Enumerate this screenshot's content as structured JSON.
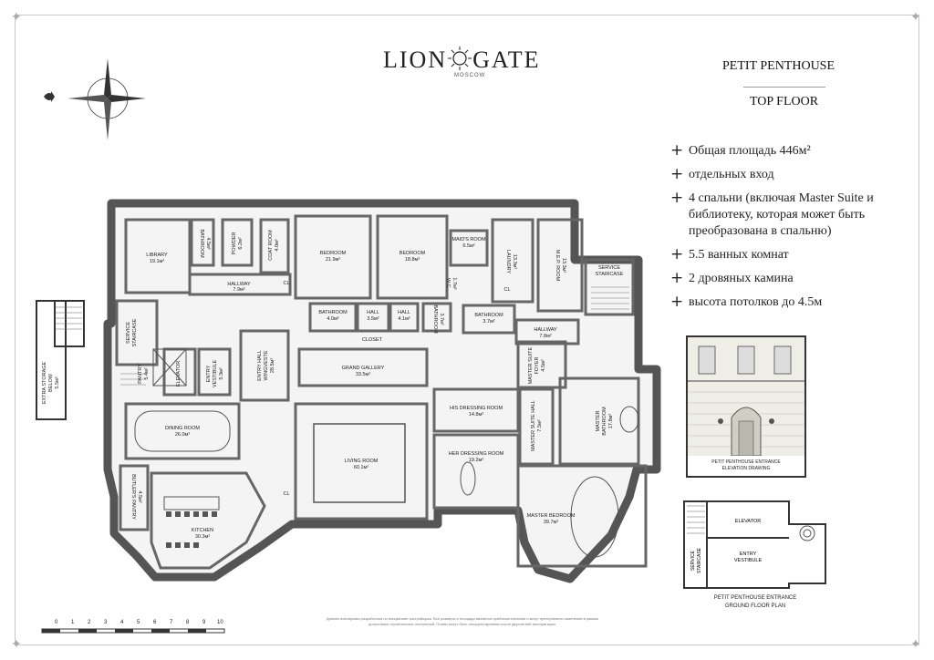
{
  "brand": {
    "name_left": "LION",
    "name_right": "GATE",
    "subtitle": "MOSCOW"
  },
  "header": {
    "title": "PETIT PENTHOUSE",
    "subtitle": "TOP FLOOR"
  },
  "features": [
    "Общая площадь 446м²",
    "отдельных вход",
    "4 спальни  (включая Master Suite и библиотеку, которая может быть преобразована в спальню)",
    "5.5 ванных комнат",
    "2 дровяных камина",
    "высота потолков до 4.5м"
  ],
  "rooms": {
    "library": [
      "LIBRARY",
      "19.1м²"
    ],
    "bathroom1": [
      "BATHROOM",
      "4.5м²"
    ],
    "powder": [
      "POWDER",
      "6.2м²"
    ],
    "coat_room": [
      "COAT ROOM",
      "4.0м²"
    ],
    "bedroom1": [
      "BEDROOM",
      "21.9м²"
    ],
    "bedroom2": [
      "BEDROOM",
      "18.8м²"
    ],
    "maids_room": [
      "MAID'S ROOM",
      "6.5м²"
    ],
    "laundry": [
      "LAUNDRY",
      "13.3м²"
    ],
    "mep_room": [
      "M.E.P. ROOM",
      "13.3м²"
    ],
    "service_staircase_right": [
      "SERVICE",
      "STAIRCASE"
    ],
    "hallway1": [
      "HALLWAY",
      "7.9м²"
    ],
    "wc": [
      "W.C.",
      "1.7м²"
    ],
    "bathroom2": [
      "BATHROOM",
      "4.0м²"
    ],
    "hall1": [
      "HALL",
      "3.5м²"
    ],
    "hall2": [
      "HALL",
      "4.1м²"
    ],
    "bathroom3": [
      "BATHROOM",
      "3.7м²"
    ],
    "bathroom4": [
      "BATHROOM",
      "3.7м²"
    ],
    "closet": "CLOSET",
    "hallway2": [
      "HALLWAY",
      "7.8м²"
    ],
    "service_staircase_left": [
      "SERVICE",
      "STAIRCASE"
    ],
    "pantry": [
      "PANTRY",
      "5.4м²"
    ],
    "elevator": "ELEVATOR",
    "entry_vestibule": [
      "ENTRY",
      "VESTIBULE",
      "5.3м²"
    ],
    "entry_hall": [
      "ENTRY HALL",
      "WINGVESTE",
      "28.5м²"
    ],
    "grand_gallery": [
      "GRAND GALLERY",
      "33.5м²"
    ],
    "master_suite_foyer": [
      "MASTER SUITE",
      "FOYER",
      "4.5м²"
    ],
    "his_dressing": [
      "HIS DRESSING ROOM",
      "14.8м²"
    ],
    "master_suite_hall": [
      "MASTER SUITE HALL",
      "7.5м²"
    ],
    "master_bathroom": [
      "MASTER",
      "BATHROOM",
      "17.8м²"
    ],
    "dining_room": [
      "DINING ROOM",
      "26.0м²"
    ],
    "living_room": [
      "LIVING ROOM",
      "60.1м²"
    ],
    "her_dressing": [
      "HER DRESSING ROOM",
      "19.2м²"
    ],
    "butlers_pantry": [
      "BUTLER'S PANTRY",
      "4.5м²"
    ],
    "kitchen": [
      "KITCHEN",
      "30.3м²"
    ],
    "master_bedroom": [
      "MASTER BEDROOM",
      "39.7м²"
    ],
    "extra_storage": [
      "EXTRA STORAGE",
      "BELOW",
      "5.5м²"
    ],
    "cl": "CL"
  },
  "photo_caption": [
    "PETIT PENTHOUSE ENTRANCE",
    "ELEVATION DRAWING"
  ],
  "ground_floor": {
    "elevator": "ELEVATOR",
    "entry_vestibule": [
      "ENTRY",
      "VESTIBULE"
    ],
    "service_staircase": [
      "SERVICE",
      "STAIRCASE"
    ],
    "caption": [
      "PETIT PENTHOUSE ENTRANCE",
      "GROUND FLOOR PLAN"
    ]
  },
  "scale_ticks": [
    "0",
    "1",
    "2",
    "3",
    "4",
    "5",
    "6",
    "7",
    "8",
    "9",
    "10"
  ],
  "disclaimer": "Данная планировка разработана по инициативе застройщика. Все размеры и площади являются приблизительными и могут претерпевать изменения в рамках допустимых строительных отклонений. Планы могут быть откорректированы после двухлетней эксплуатации."
}
